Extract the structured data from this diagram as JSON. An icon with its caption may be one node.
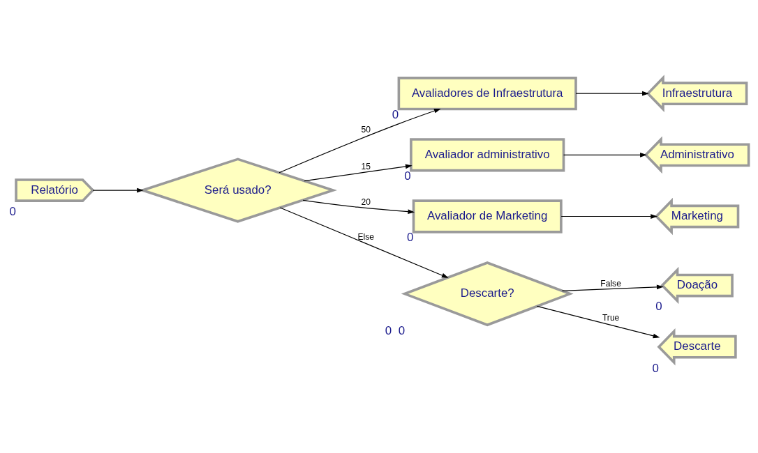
{
  "diagram": {
    "nodes": [
      {
        "text": [
          "Relatório"
        ],
        "beside": [
          "0"
        ]
      },
      {
        "text": [
          "Será usado?"
        ]
      },
      {
        "text": [
          "Avaliadores de Infraestrutura"
        ],
        "beside": [
          "0"
        ]
      },
      {
        "text": [
          "Infraestrutura"
        ]
      },
      {
        "text": [
          "Avaliador administrativo"
        ],
        "beside": [
          "0"
        ]
      },
      {
        "text": [
          "Administrativo"
        ]
      },
      {
        "text": [
          "Avaliador de Marketing"
        ],
        "beside": [
          "0"
        ]
      },
      {
        "text": [
          "Marketing"
        ]
      },
      {
        "text": [
          "Descarte?"
        ],
        "beside": [
          "0",
          "0"
        ]
      },
      {
        "text": [
          "Doação"
        ],
        "beside": [
          "0"
        ]
      },
      {
        "text": [
          "Descarte"
        ],
        "beside": [
          "0"
        ]
      }
    ],
    "edges": [
      {
        "from": 0,
        "to": 1,
        "arrow": "to"
      },
      {
        "from": 1,
        "to": 2,
        "arrow": "to",
        "label": "50"
      },
      {
        "from": 1,
        "to": 4,
        "arrow": "to",
        "label": "15"
      },
      {
        "from": 1,
        "to": 6,
        "arrow": "to",
        "label": "20"
      },
      {
        "from": 2,
        "to": 3,
        "arrow": "to"
      },
      {
        "from": 4,
        "to": 5,
        "arrow": "to"
      },
      {
        "from": 6,
        "to": 7,
        "arrow": "to"
      },
      {
        "from": 1,
        "to": 8,
        "arrow": "to",
        "label": "Else"
      },
      {
        "from": 8,
        "to": 10,
        "arrow": "to",
        "label": "True"
      },
      {
        "from": 8,
        "to": 9,
        "arrow": "to",
        "label": "False"
      }
    ]
  }
}
